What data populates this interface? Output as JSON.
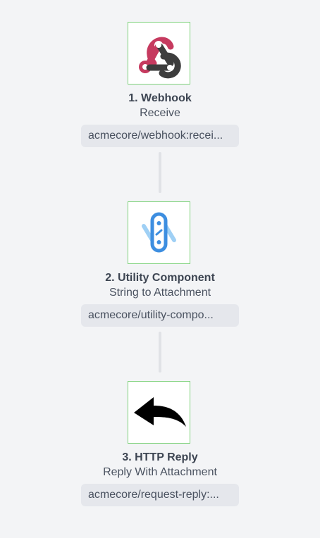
{
  "steps": [
    {
      "title": "1. Webhook",
      "subtitle": "Receive",
      "component": "acmecore/webhook:recei...",
      "icon": "webhook-icon"
    },
    {
      "title": "2. Utility Component",
      "subtitle": "String to Attachment",
      "component": "acmecore/utility-compo...",
      "icon": "utility-component-icon"
    },
    {
      "title": "3. HTTP Reply",
      "subtitle": "Reply With Attachment",
      "component": "acmecore/request-reply:...",
      "icon": "reply-arrow-icon"
    }
  ],
  "colors": {
    "node_border": "#7dd17a",
    "webhook_red": "#c63a5f",
    "webhook_dark": "#4a4a4a",
    "utility_blue": "#3d8ee0",
    "utility_light_blue": "#9fd0f5"
  }
}
